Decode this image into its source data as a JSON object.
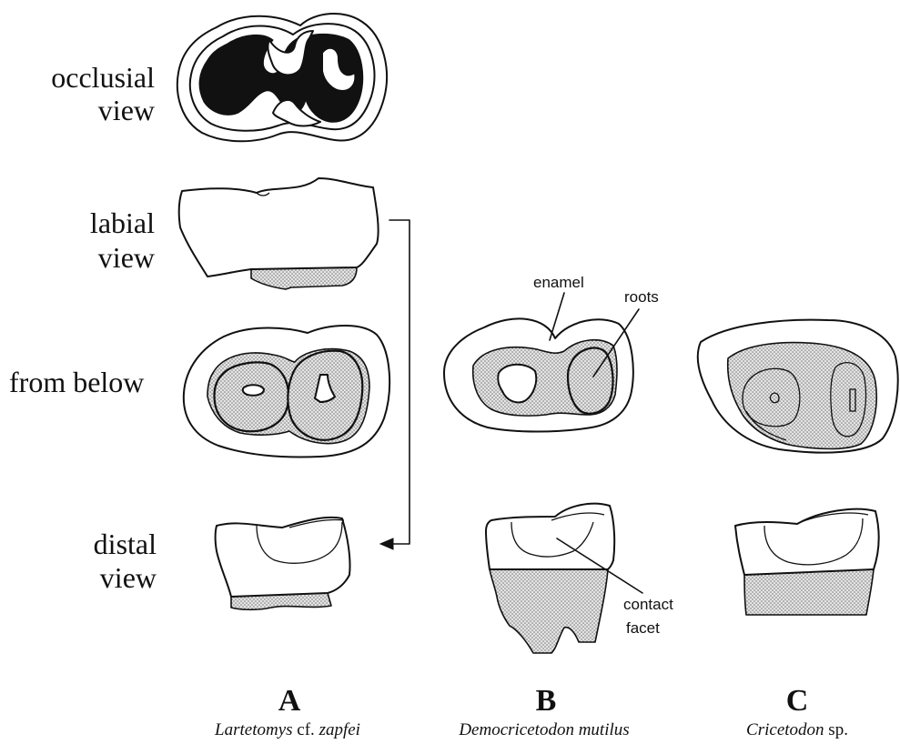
{
  "row_labels": [
    {
      "line1": "occlusial",
      "line2": "view"
    },
    {
      "line1": "labial",
      "line2": "view"
    },
    {
      "line1": "from below",
      "line2": ""
    },
    {
      "line1": "distal",
      "line2": "view"
    }
  ],
  "annotations": {
    "enamel": "enamel",
    "roots": "roots",
    "contact_line1": "contact",
    "contact_line2": "facet"
  },
  "columns": [
    {
      "letter": "A",
      "genus": "Lartetomys",
      "qualifier": " cf. ",
      "species": "zapfei"
    },
    {
      "letter": "B",
      "genus": "Democricetodon mutilus",
      "qualifier": "",
      "species": ""
    },
    {
      "letter": "C",
      "genus": "Cricetodon",
      "qualifier": " sp.",
      "species": ""
    }
  ],
  "colors": {
    "ink": "#111111",
    "paper": "#ffffff",
    "stipple": "#9a9a9a"
  }
}
